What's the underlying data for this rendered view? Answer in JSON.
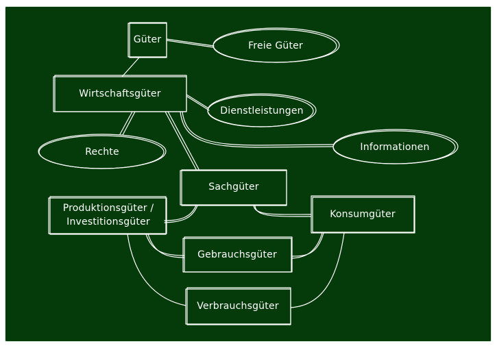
{
  "diagram": {
    "nodes": {
      "gueter": "Güter",
      "freie_gueter": "Freie Güter",
      "wirtschaftsgueter": "Wirtschaftsgüter",
      "dienstleistungen": "Dienstleistungen",
      "rechte": "Rechte",
      "informationen": "Informationen",
      "sachgueter": "Sachgüter",
      "produktionsgueter": "Produktionsgüter / Investitionsgüter",
      "konsumgueter": "Konsumgüter",
      "gebrauchsgueter": "Gebrauchsgüter",
      "verbrauchsgueter": "Verbrauchsgüter"
    },
    "colors": {
      "board": "#053b0a",
      "stroke": "#ffffff"
    }
  }
}
